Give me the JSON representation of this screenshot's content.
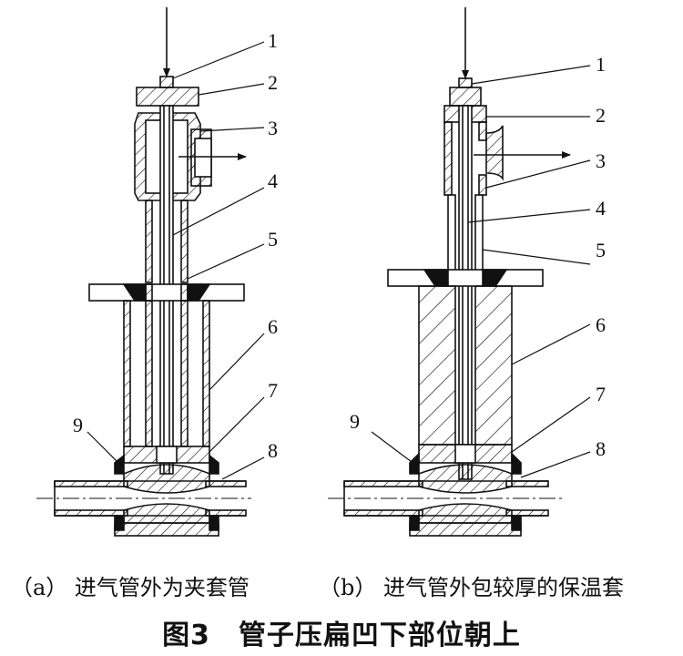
{
  "figure": {
    "left_caption": "（a） 进气管外为夹套管",
    "right_caption": "（b） 进气管外包较厚的保温套",
    "title": "图3　管子压扁凹下部位朝上"
  },
  "left_labels": [
    "1",
    "2",
    "3",
    "4",
    "5",
    "6",
    "7",
    "8",
    "9"
  ],
  "right_labels": [
    "1",
    "2",
    "3",
    "4",
    "5",
    "6",
    "7",
    "8",
    "9"
  ]
}
